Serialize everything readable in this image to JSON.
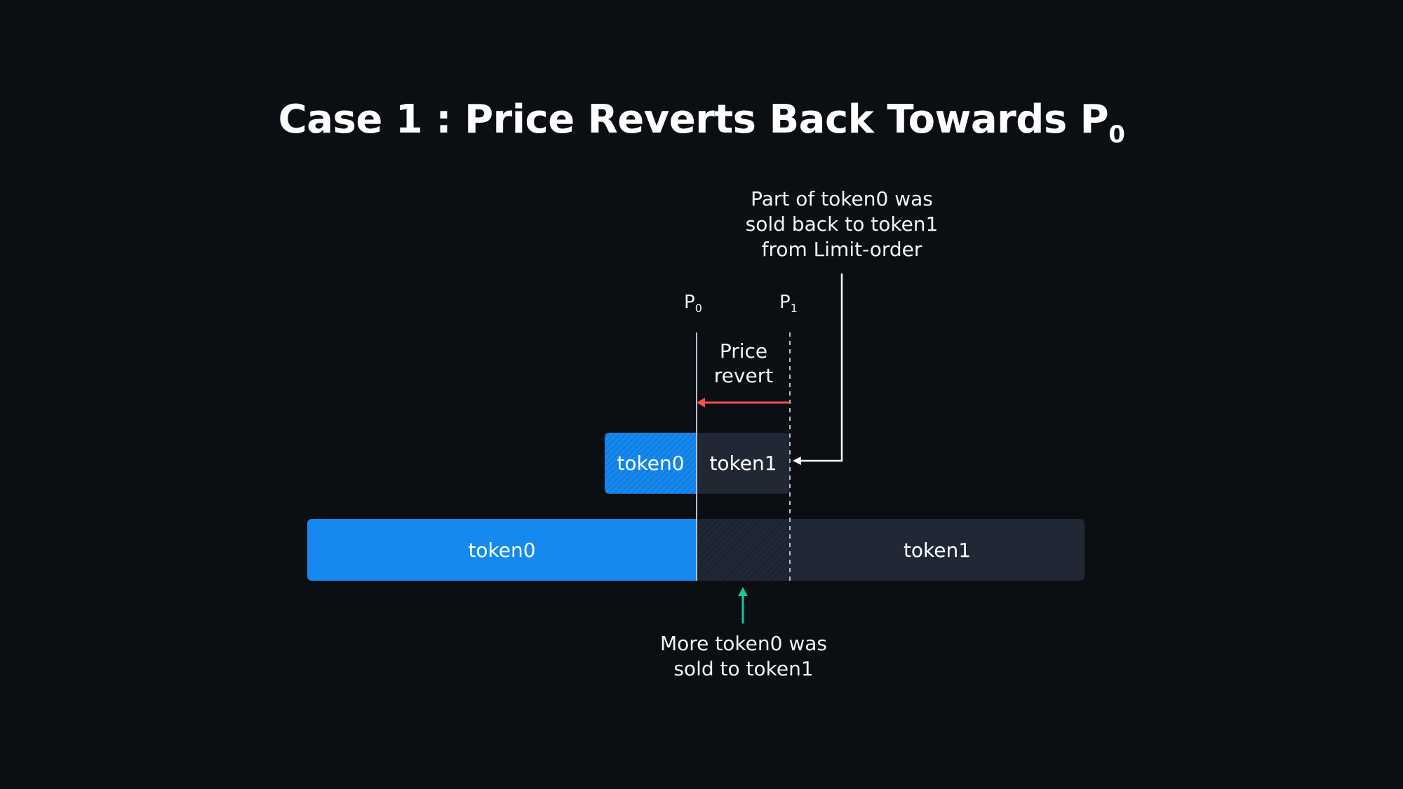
{
  "title": {
    "main": "Case 1 : Price Reverts Back Towards P",
    "subscript": "0"
  },
  "annotations": {
    "limit_order_note": "Part of token0 was\nsold back to token1\nfrom Limit-order",
    "price_revert": "Price\nrevert",
    "more_token0_note": "More token0 was\nsold to token1"
  },
  "markers": {
    "p0": {
      "base": "P",
      "sub": "0"
    },
    "p1": {
      "base": "P",
      "sub": "1"
    }
  },
  "limit_order_bar": {
    "left_label": "token0",
    "right_label": "token1"
  },
  "liquidity_bar": {
    "left_label": "token0",
    "right_label": "token1"
  },
  "colors": {
    "background": "#0b0e13",
    "token0": "#1589f0",
    "token1": "#1f2834",
    "revert_arrow": "#ff4d4f",
    "up_arrow": "#16c79a",
    "line": "#ffffff"
  },
  "icons": {
    "revert_arrow": "arrow-left",
    "limit_order_arrow": "arrow-elbow-left",
    "more_token0_arrow": "arrow-up"
  }
}
